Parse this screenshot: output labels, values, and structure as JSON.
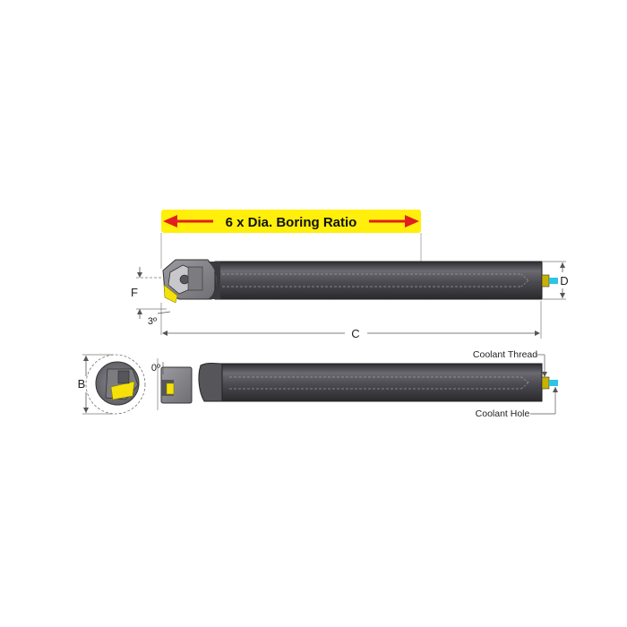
{
  "banner": {
    "text": "6 x Dia. Boring Ratio"
  },
  "dimensions": {
    "F": "F",
    "C": "C",
    "D": "D",
    "B": "B",
    "angle_top": "3º",
    "angle_bottom": "0º"
  },
  "callouts": {
    "coolant_thread": "Coolant Thread",
    "coolant_hole": "Coolant Hole"
  },
  "colors": {
    "banner": "#ffef0a",
    "arrow": "#e02020",
    "bar_dark": "#3c3c40",
    "bar_mid": "#5d5d63",
    "insert_yellow": "#f5e10a",
    "coolant_cyan": "#2ec4e8"
  }
}
